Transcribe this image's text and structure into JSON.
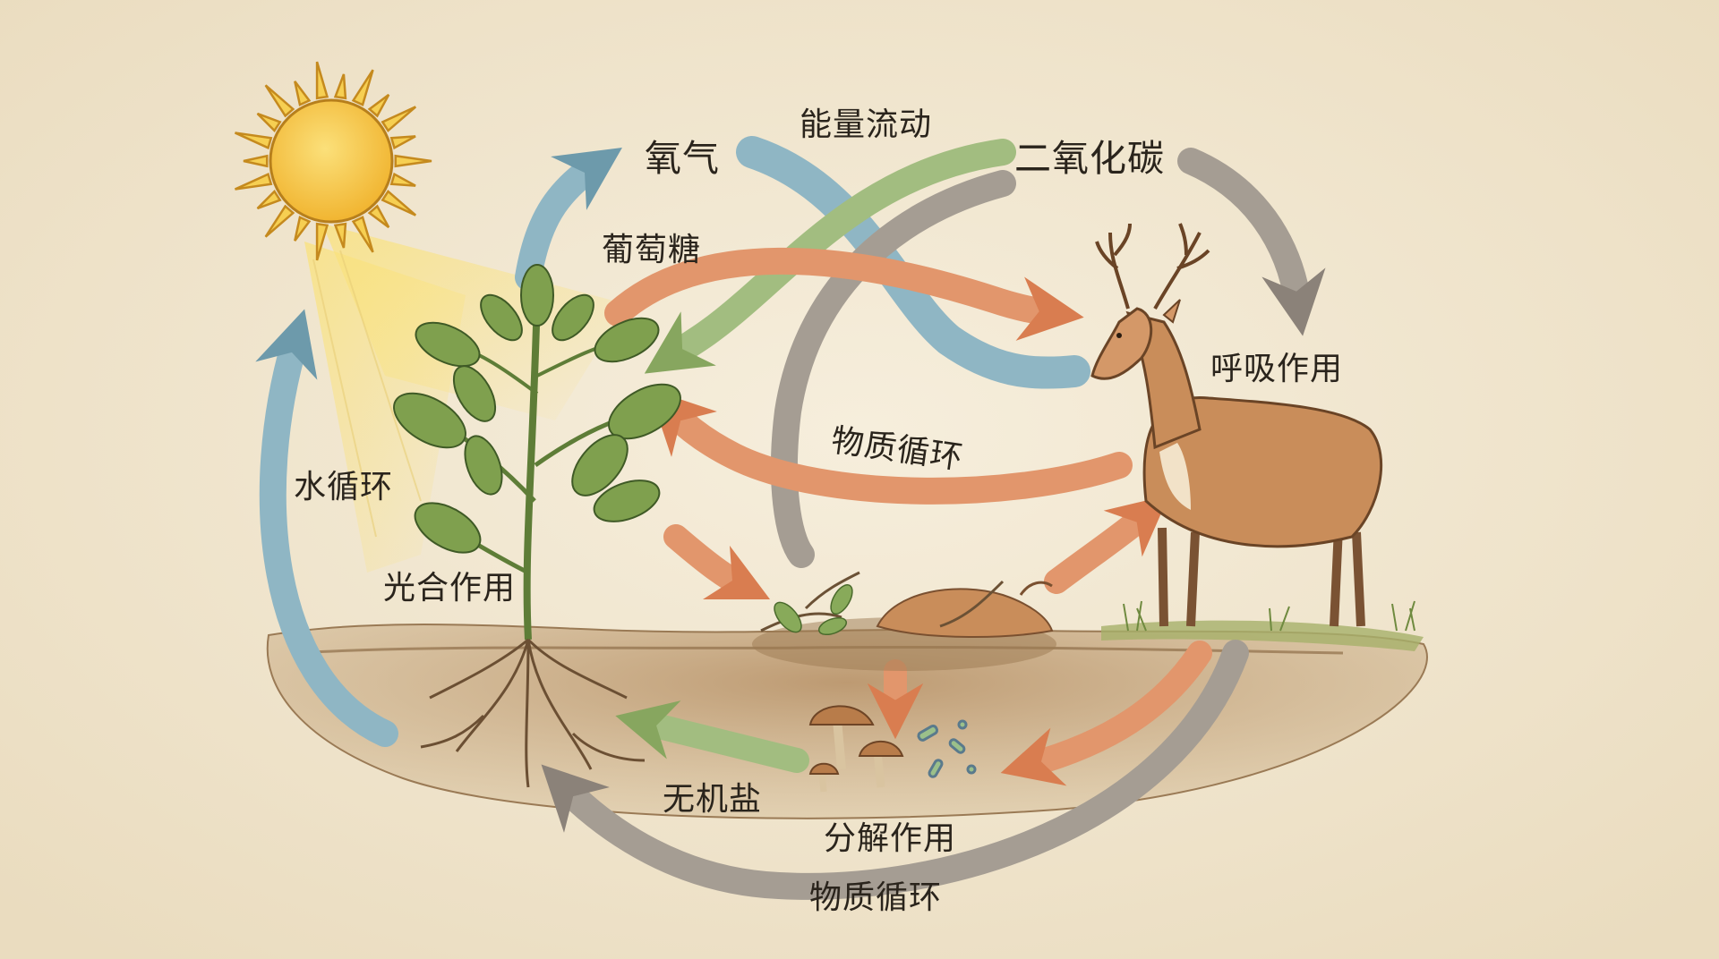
{
  "labels": {
    "energy_flow": "能量流动",
    "oxygen": "氧气",
    "carbon_dioxide": "二氧化碳",
    "glucose": "葡萄糖",
    "respiration": "呼吸作用",
    "matter_cycle_upper": "物质循环",
    "water_cycle": "水循环",
    "photosynthesis": "光合作用",
    "inorganic_salt": "无机盐",
    "decomposition": "分解作用",
    "matter_cycle_lower": "物质循环"
  },
  "colors": {
    "background": "#f2e8d2",
    "blue_arrow": "#8fb6c4",
    "green_arrow": "#a2bd80",
    "orange_arrow": "#e2966c",
    "gray_arrow": "#a59d93",
    "sun": "#f5c441",
    "soil": "#b89670",
    "text": "#2a241c"
  }
}
